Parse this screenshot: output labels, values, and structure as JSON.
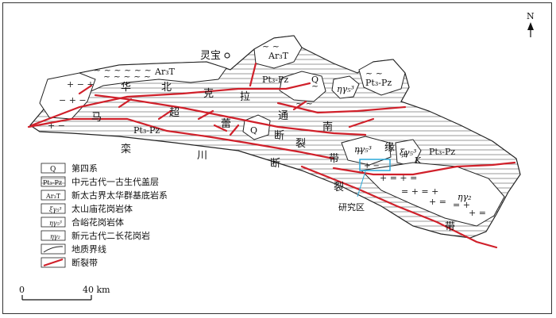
{
  "map": {
    "north": "N",
    "places": {
      "lingbao": "灵宝",
      "study_area": "研究区"
    },
    "geo_labels": {
      "ar3t_top": "Ar₃T",
      "ar3t_left": "Ar₃T",
      "pt3pz_top": "Pt₃-Pz",
      "pt3pz_mid": "Pt₃-Pz",
      "pt3pz_right": "Pt₃-Pz",
      "pt3pz_east": "Pt₃-Pz",
      "q_top": "Q",
      "q_mid": "Q",
      "gamma_small": "ηγ₅³",
      "gamma_study": "ηγ₅³",
      "xi_gamma": "ξγ₅³",
      "k_label": "K",
      "eta_gamma2": "ηγ₂"
    },
    "chars": {
      "hua": "华",
      "bei": "北",
      "ke": "克",
      "la": "拉",
      "tong": "通",
      "ma": "马",
      "chao": "超",
      "lei": "蕾",
      "nan": "南",
      "luan": "栾",
      "chuan": "川",
      "duan1": "断",
      "lie1": "裂",
      "yuan": "缘",
      "duan2": "断",
      "dai1": "带",
      "lie2": "裂",
      "dai2": "带"
    },
    "scale": {
      "zero": "0",
      "distance": "40 km"
    }
  },
  "legend": {
    "items": [
      {
        "symbol": "Q",
        "label": "第四系"
      },
      {
        "symbol": "Pt₃-Pz",
        "label": "中元古代一古生代盖层"
      },
      {
        "symbol": "Ar₃T",
        "label": "新太古界太华群基底岩系"
      },
      {
        "symbol": "ξγ₅³",
        "label": "太山庙花岗岩体"
      },
      {
        "symbol": "ηγ₅³",
        "label": "合峪花岗岩体"
      },
      {
        "symbol": "ηγ₂",
        "label": "新元古代二长花岗岩"
      },
      {
        "symbol": "",
        "label": "地质界线"
      },
      {
        "symbol": "",
        "label": "断裂带"
      }
    ]
  },
  "colors": {
    "fault": "#d0202a",
    "study_box": "#2aa8d8",
    "line": "#222222"
  }
}
